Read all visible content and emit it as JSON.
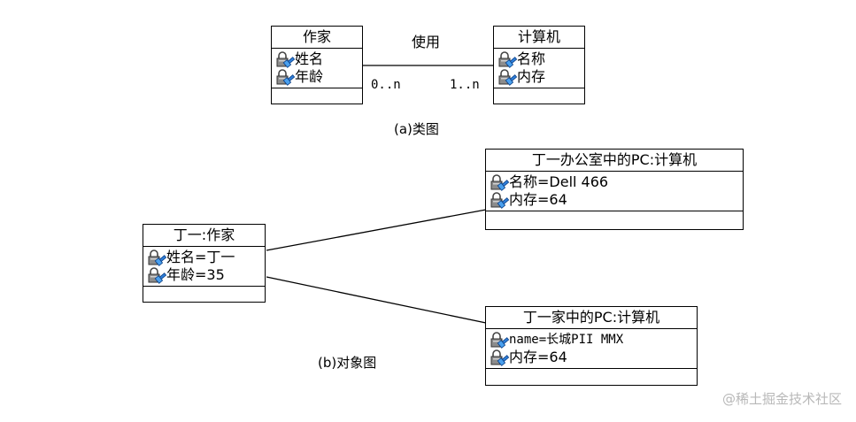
{
  "class_diagram": {
    "writer_class": {
      "name": "作家",
      "attributes": [
        "姓名",
        "年龄"
      ]
    },
    "computer_class": {
      "name": "计算机",
      "attributes": [
        "名称",
        "内存"
      ]
    },
    "association": {
      "label": "使用",
      "left_multiplicity": "0..n",
      "right_multiplicity": "1..n"
    },
    "caption": "(a)类图"
  },
  "object_diagram": {
    "writer_object": {
      "name": "丁一:作家",
      "attributes": [
        "姓名=丁一",
        "年龄=35"
      ]
    },
    "office_pc_object": {
      "name": "丁一办公室中的PC:计算机",
      "attributes": [
        "名称=Dell 466",
        "内存=64"
      ]
    },
    "home_pc_object": {
      "name": "丁一家中的PC:计算机",
      "attributes": [
        "name=长城PII MMX",
        "内存=64"
      ]
    },
    "caption": "(b)对象图"
  },
  "watermark": "@稀土掘金技术社区",
  "icons": {
    "attribute_icon": "lock-key-icon"
  }
}
